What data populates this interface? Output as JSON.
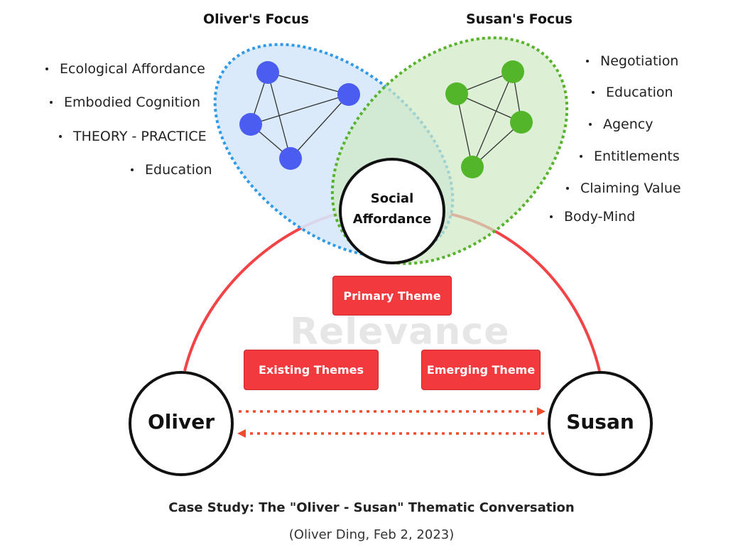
{
  "colors": {
    "oliver_area_fill": "#d6e8fb",
    "oliver_area_stroke": "#2f9be8",
    "susan_area_fill": "#dcefd4",
    "susan_area_stroke": "#57b32a",
    "oliver_node": "#4b5cf0",
    "susan_node": "#53b52a",
    "relevance_arc": "#f24346",
    "theme_box": "#f2393d",
    "arrow": "#f04a2c"
  },
  "oliver_focus": {
    "title": "Oliver's Focus",
    "items": [
      "Ecological Affordance",
      "Embodied Cognition",
      "THEORY - PRACTICE",
      "Education"
    ]
  },
  "susan_focus": {
    "title": "Susan's Focus",
    "items": [
      "Negotiation",
      "Education",
      "Agency",
      "Entitlements",
      "Claiming Value",
      "Body-Mind"
    ]
  },
  "center": {
    "line1": "Social",
    "line2": "Affordance"
  },
  "themes": {
    "primary": "Primary Theme",
    "existing": "Existing Themes",
    "emerging": "Emerging Theme"
  },
  "watermark": "Relevance",
  "people": {
    "left": "Oliver",
    "right": "Susan"
  },
  "caption": {
    "title": "Case Study: The \"Oliver - Susan\" Thematic Conversation",
    "subtitle": "(Oliver Ding, Feb 2, 2023)"
  }
}
